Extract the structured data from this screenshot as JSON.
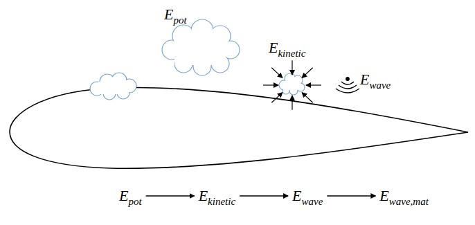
{
  "diagram": {
    "labels": [
      "Epot",
      "Ekinetic",
      "Ewave",
      "Epot",
      "Ekinetic",
      "Ewave",
      "Ewave,mat"
    ]
  }
}
